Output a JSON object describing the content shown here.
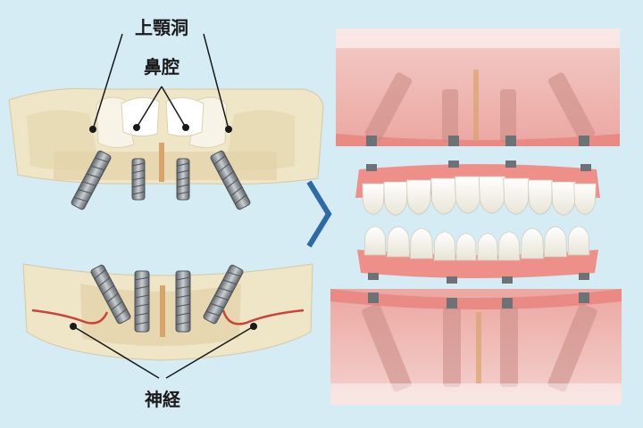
{
  "labels": {
    "maxillary_sinus": "上顎洞",
    "nasal_cavity": "鼻腔",
    "nerve": "神経"
  },
  "colors": {
    "background": "#d6ecf5",
    "bone": "#efe6c8",
    "bone_inner": "#e6d6b0",
    "gum": "#f0a4a0",
    "gum_light": "#f6c6c0",
    "tooth": "#fbfaf4",
    "metal": "#8a8f94",
    "nerve": "#c8453a",
    "arrow": "#2f6aa8"
  },
  "icons": {
    "arrow": "chevron-right-icon"
  }
}
